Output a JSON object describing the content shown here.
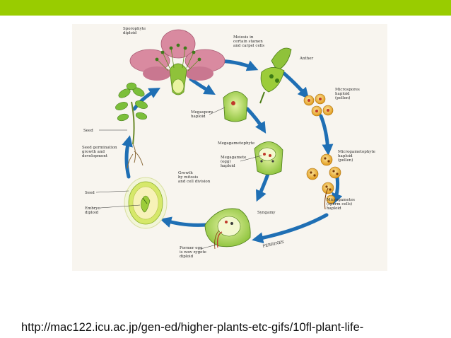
{
  "slide": {
    "accent_color": "#99cc00",
    "source_url": "http://mac122.icu.ac.jp/gen-ed/higher-plants-etc-gifs/10fl-plant-life-"
  },
  "diagram": {
    "labels": {
      "sporophyte": [
        "Sporophyte",
        "diploid"
      ],
      "meiosis": [
        "Meiosis in",
        "certain stamen",
        "and carpel cells"
      ],
      "anther": [
        "Anther"
      ],
      "microspores": [
        "Microspores",
        "haploid",
        "(pollen)"
      ],
      "megaspore": [
        "Megaspore",
        "haploid"
      ],
      "megagametophyte": [
        "Megagametophyte"
      ],
      "megagamete": [
        "Megagamete",
        "(egg)",
        "haploid"
      ],
      "microgametophyte": [
        "Microgametophyte",
        "haploid",
        "(pollen)"
      ],
      "microgametes": [
        "Microgametes",
        "(sperm cells)",
        "haploid"
      ],
      "syngamy": [
        "Syngamy"
      ],
      "former_egg": [
        "Former egg",
        "is now zygote",
        "diploid"
      ],
      "growth": [
        "Growth",
        "by mitosis",
        "and cell division"
      ],
      "seed_left": [
        "Seed"
      ],
      "seed_germination": [
        "Seed germination",
        "growth and",
        "development"
      ],
      "seed_bottom": [
        "Seed"
      ],
      "embryo": [
        "Embryo",
        "diploid"
      ],
      "signature": [
        "PERRINES"
      ]
    },
    "colors": {
      "arrow": "#1f6fb4",
      "petal": "#d98aa0",
      "green": "#9ccc3a",
      "pollen": "#e3a21a"
    }
  }
}
